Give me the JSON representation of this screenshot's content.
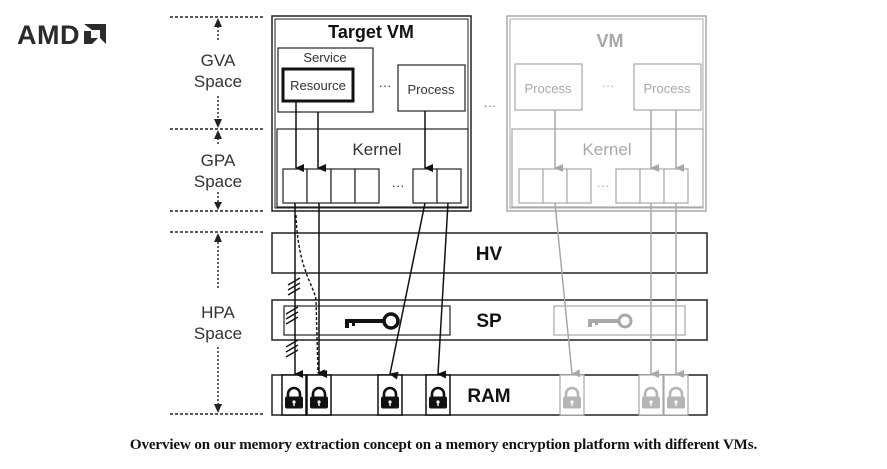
{
  "logo": {
    "text": "AMD"
  },
  "spaces": [
    {
      "line1": "GVA",
      "line2": "Space"
    },
    {
      "line1": "GPA",
      "line2": "Space"
    },
    {
      "line1": "HPA",
      "line2": "Space"
    }
  ],
  "target_vm": {
    "title": "Target VM",
    "service_label": "Service",
    "resource_label": "Resource",
    "process_label": "Process",
    "kernel_label": "Kernel",
    "ellipsis": "···"
  },
  "vm": {
    "title": "VM",
    "process1_label": "Process",
    "process2_label": "Process",
    "kernel_label": "Kernel",
    "ellipsis": "···"
  },
  "between_vms_ellipsis": "···",
  "layers": {
    "hv": "HV",
    "sp": "SP",
    "ram": "RAM"
  },
  "colors": {
    "active": "#111111",
    "inactive": "#a8a8a8",
    "text_dark": "#222222"
  },
  "caption": "Overview on our memory extraction concept on a memory encryption platform with different VMs."
}
